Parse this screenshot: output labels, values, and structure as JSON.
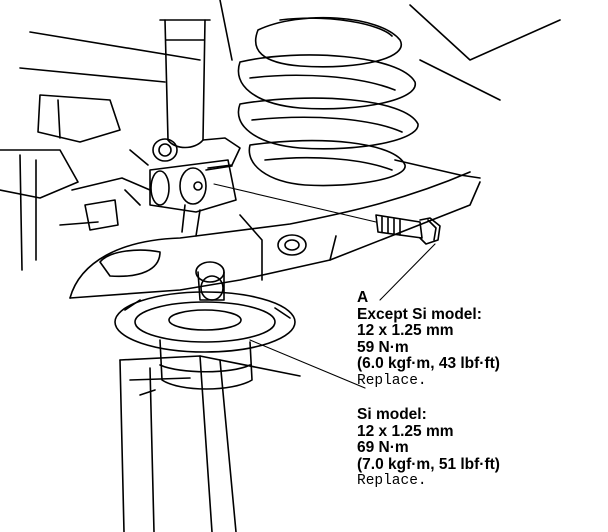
{
  "callout": {
    "letter": "A",
    "except_si": {
      "heading": "Except Si model:",
      "size": "12 x 1.25 mm",
      "torque": "59 N·m",
      "torque_alt": "(6.0 kgf·m, 43 lbf·ft)",
      "note": "Replace."
    },
    "si": {
      "heading": "Si model:",
      "size": "12 x 1.25 mm",
      "torque": "69 N·m",
      "torque_alt": "(7.0 kgf·m, 51 lbf·ft)",
      "note": "Replace."
    }
  },
  "colors": {
    "ink": "#000000",
    "paper": "#ffffff"
  }
}
